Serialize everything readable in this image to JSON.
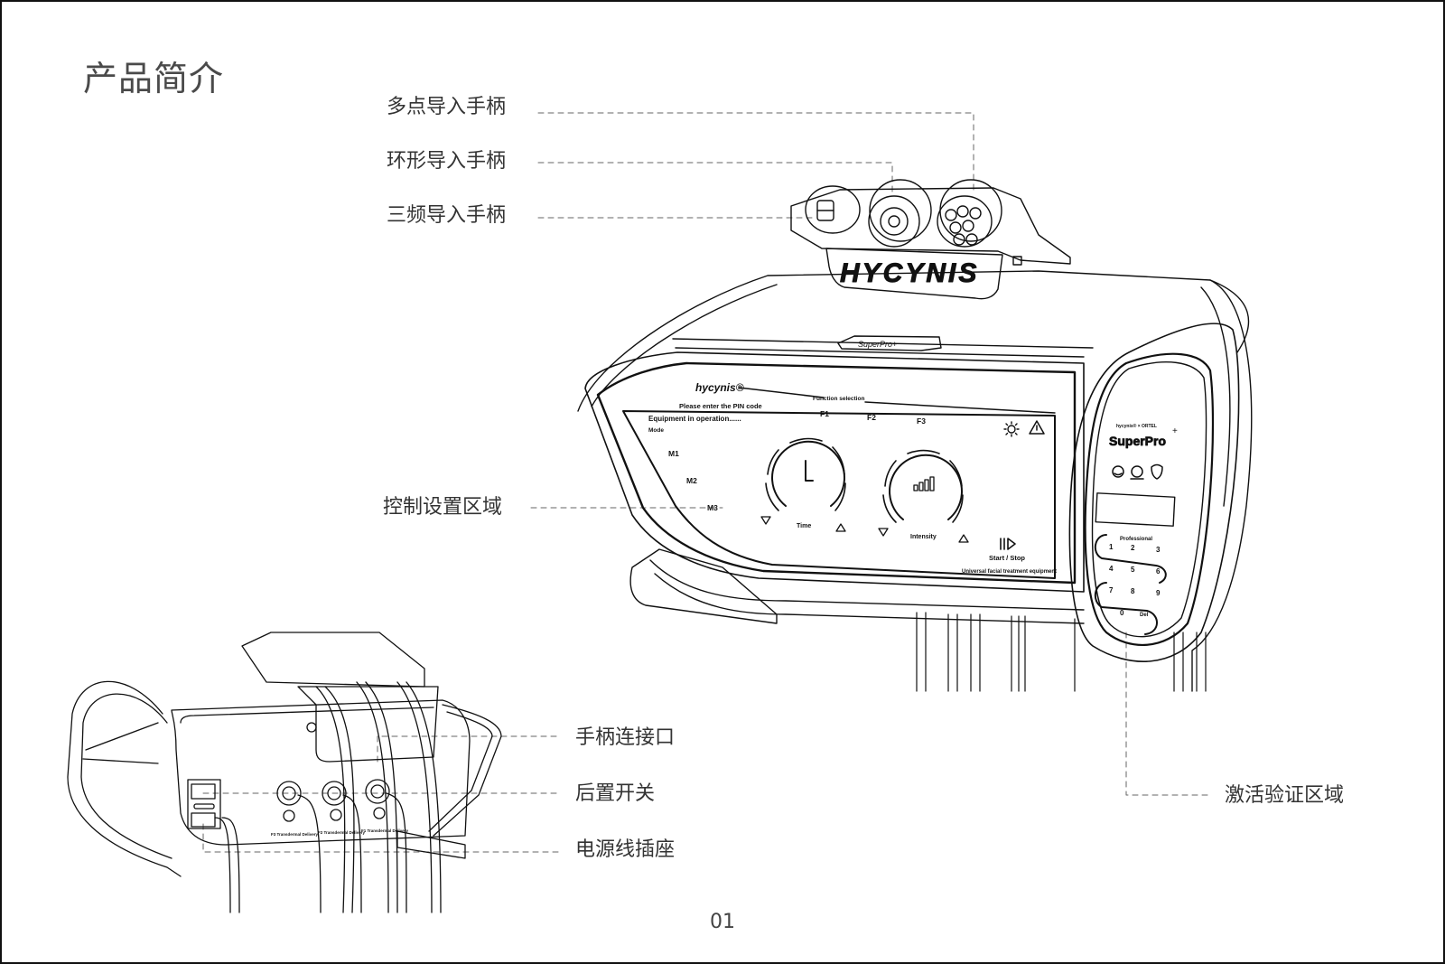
{
  "page": {
    "title": "产品简介",
    "page_number": "01"
  },
  "callouts": {
    "multi_point_handle": "多点导入手柄",
    "ring_handle": "环形导入手柄",
    "tri_freq_handle": "三频导入手柄",
    "control_area": "控制设置区域",
    "handle_port": "手柄连接口",
    "rear_switch": "后置开关",
    "power_socket": "电源线插座",
    "activation_area": "激活验证区域"
  },
  "device": {
    "brand_logo": "HYCYNIS",
    "top_badge": "SuperPro+",
    "panel": {
      "brand": "hycynis®",
      "pin_prompt": "Please enter the PIN code",
      "status": "Equipment in operation......",
      "mode_label": "Mode",
      "modes": [
        "M1",
        "M2",
        "M3"
      ],
      "function_label": "Function selection",
      "functions": [
        "F1",
        "F2",
        "F3"
      ],
      "time_label": "Time",
      "intensity_label": "Intensity",
      "start_stop_label": "Start / Stop",
      "footer_label": "Universal facial treatment equipment",
      "icons": [
        "sun-icon",
        "warning-icon",
        "clock-icon",
        "signal-bars-icon",
        "play-icon",
        "arrow-down-icon",
        "arrow-up-icon"
      ]
    },
    "side_panel": {
      "co_brand": "hycynis® × ORTEL",
      "product": "SuperPro",
      "product_mark": "+",
      "face_icons": [
        "Skin Whitening",
        "Lifting",
        "Anti Aging"
      ],
      "keypad_label": "Professional",
      "keys": [
        "1",
        "2",
        "3",
        "4",
        "5",
        "6",
        "7",
        "8",
        "9",
        "0",
        "Del"
      ]
    },
    "rear": {
      "port_labels": [
        "F3 Transdermal Delivery",
        "F2 Transdermal Delivery",
        "F1 Transdermal Delivery"
      ]
    }
  }
}
